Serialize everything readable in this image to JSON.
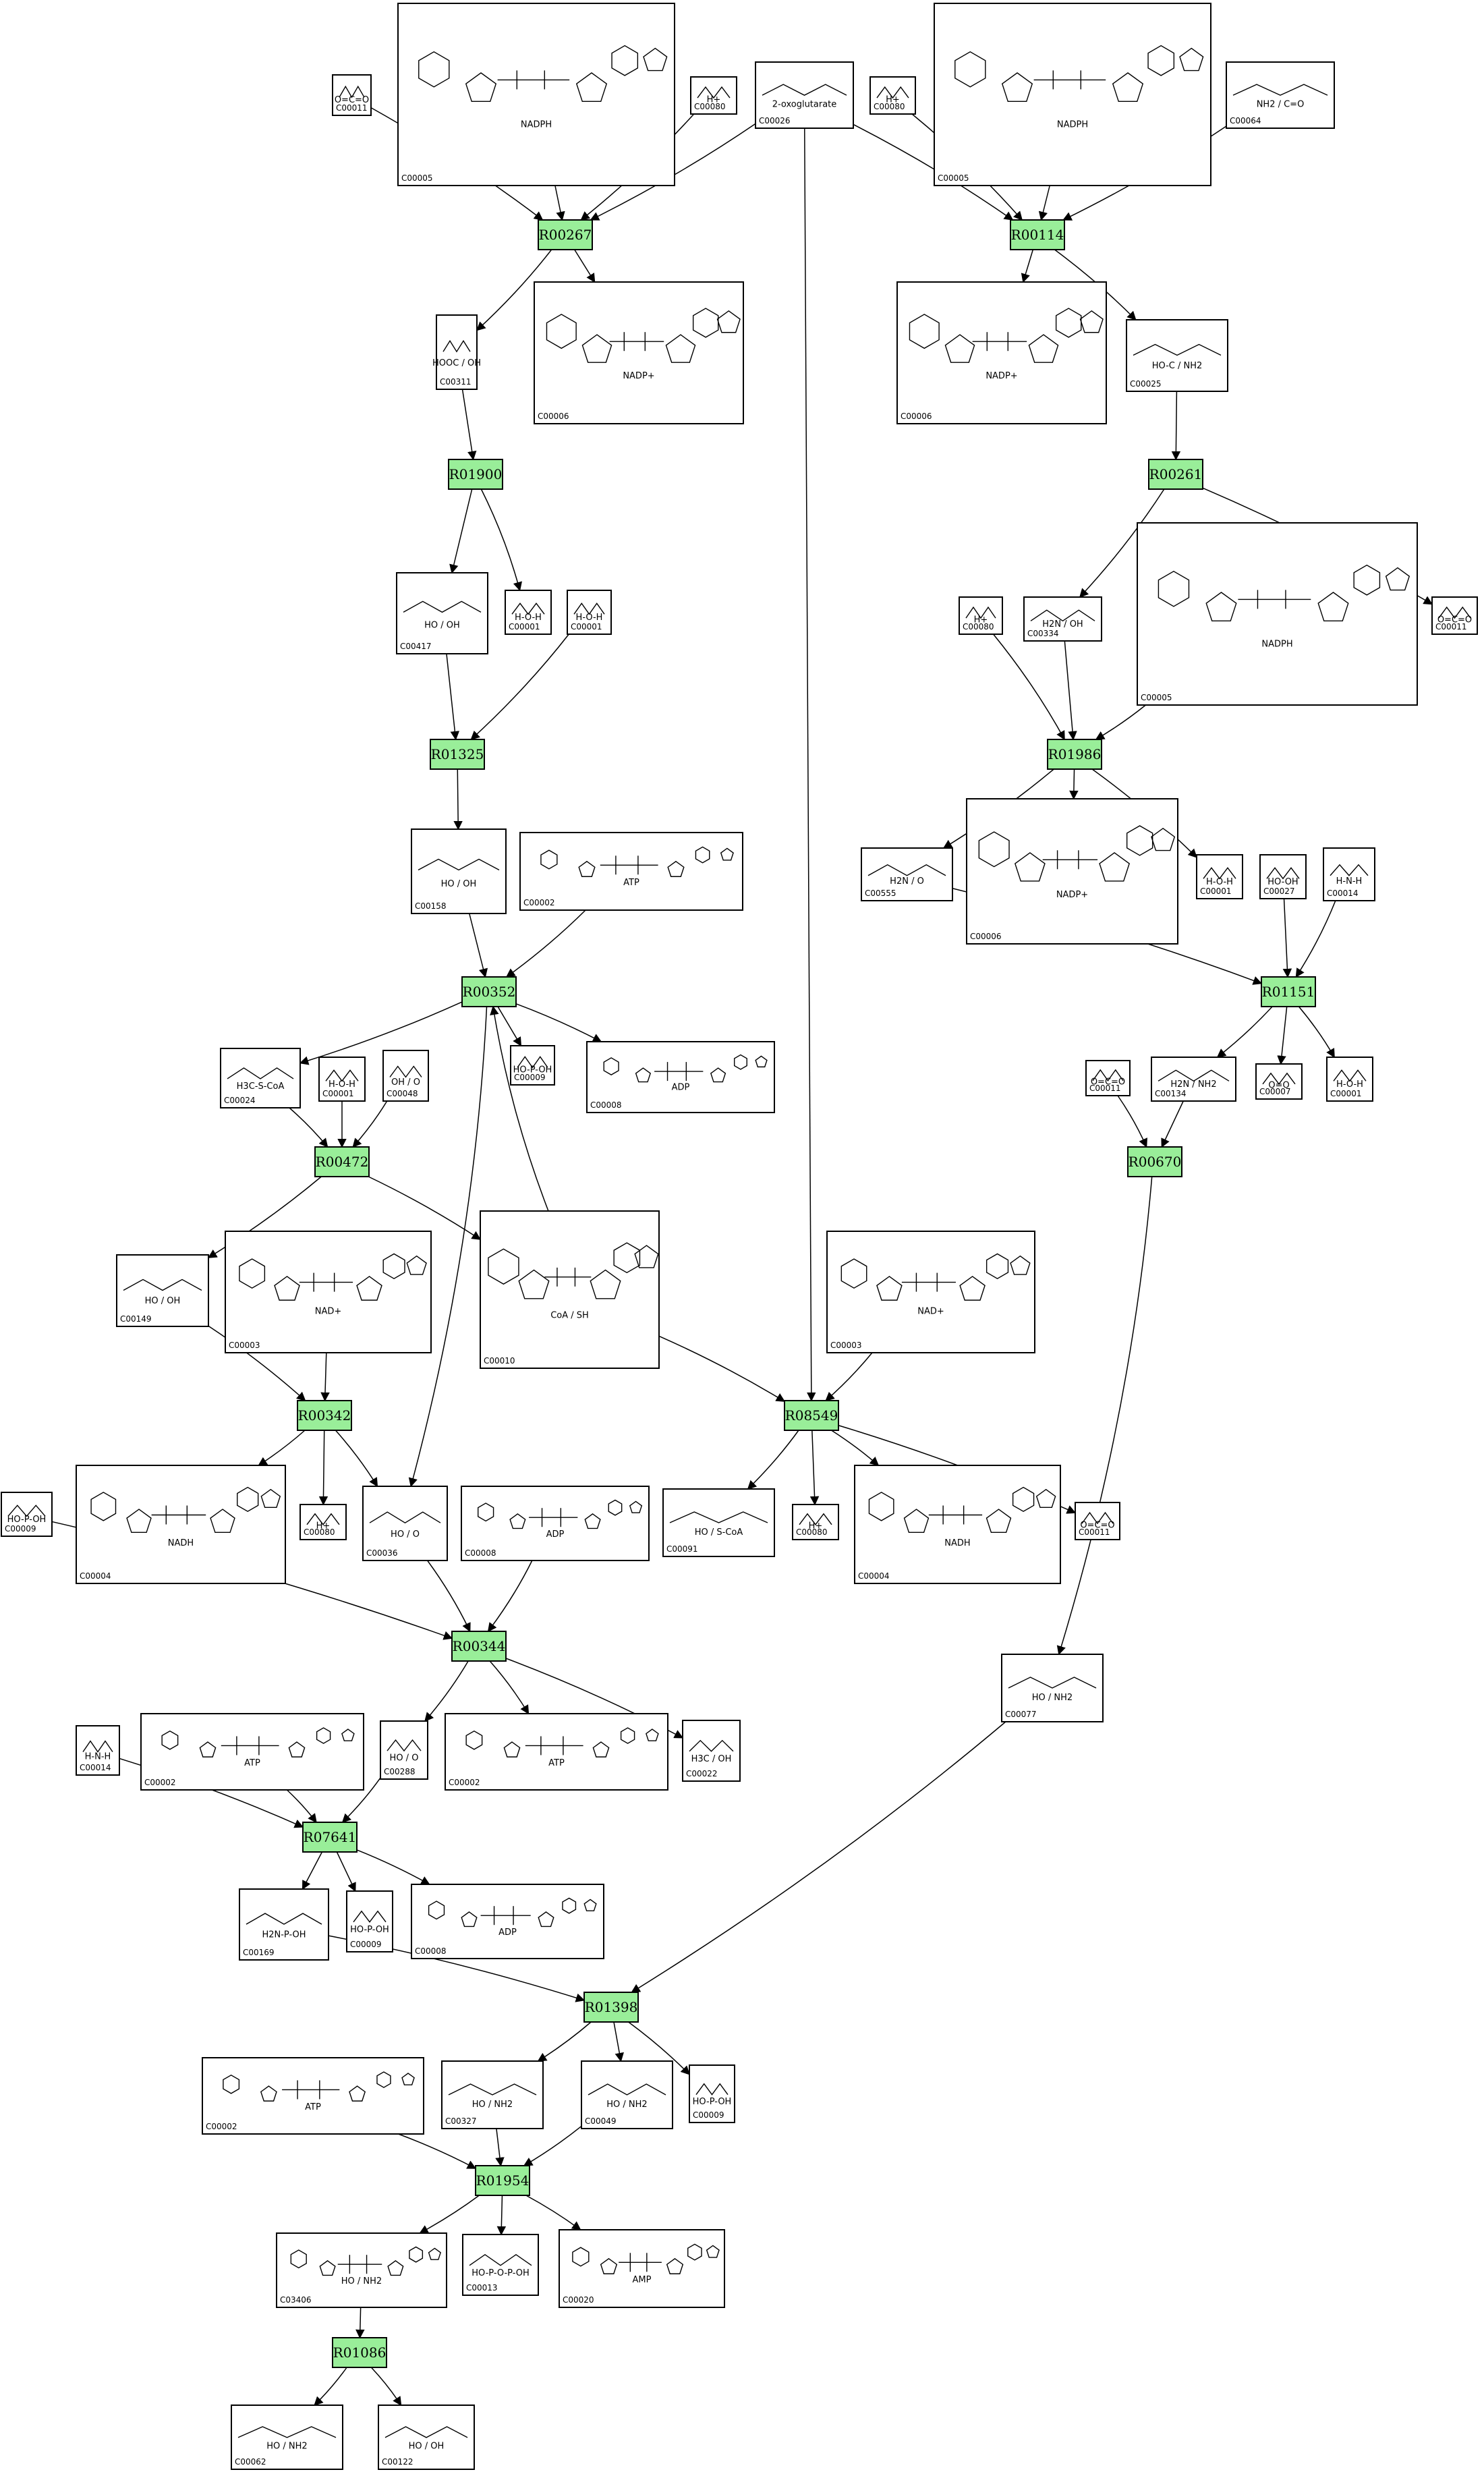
{
  "diagram": {
    "reactions": [
      {
        "id": "R00267"
      },
      {
        "id": "R00114"
      },
      {
        "id": "R01900"
      },
      {
        "id": "R00261"
      },
      {
        "id": "R01325"
      },
      {
        "id": "R01986"
      },
      {
        "id": "R00352"
      },
      {
        "id": "R01151"
      },
      {
        "id": "R00472"
      },
      {
        "id": "R00670"
      },
      {
        "id": "R00342"
      },
      {
        "id": "R08549"
      },
      {
        "id": "R00344"
      },
      {
        "id": "R07641"
      },
      {
        "id": "R01398"
      },
      {
        "id": "R01954"
      },
      {
        "id": "R01086"
      }
    ],
    "compounds": [
      {
        "key": "c1",
        "id": "C00011",
        "formula": "O=C=O"
      },
      {
        "key": "c2",
        "id": "C00005",
        "formula": "NADPH"
      },
      {
        "key": "c3",
        "id": "C00080",
        "formula": "H+"
      },
      {
        "key": "c4",
        "id": "C00026",
        "formula": "2-oxoglutarate"
      },
      {
        "key": "c5",
        "id": "C00080",
        "formula": "H+"
      },
      {
        "key": "c6",
        "id": "C00005",
        "formula": "NADPH"
      },
      {
        "key": "c7",
        "id": "C00064",
        "formula": "NH2 / C=O"
      },
      {
        "key": "c8",
        "id": "C00311",
        "formula": "HOOC / OH"
      },
      {
        "key": "c9",
        "id": "C00006",
        "formula": "NADP+"
      },
      {
        "key": "c10",
        "id": "C00006",
        "formula": "NADP+"
      },
      {
        "key": "c11",
        "id": "C00025",
        "formula": "HO-C / NH2"
      },
      {
        "key": "c12",
        "id": "C00417",
        "formula": "HO / OH"
      },
      {
        "key": "c13",
        "id": "C00001",
        "formula": "H-O-H"
      },
      {
        "key": "c14",
        "id": "C00001",
        "formula": "H-O-H"
      },
      {
        "key": "c15",
        "id": "C00080",
        "formula": "H+"
      },
      {
        "key": "c16",
        "id": "C00334",
        "formula": "H2N / OH"
      },
      {
        "key": "c17",
        "id": "C00005",
        "formula": "NADPH"
      },
      {
        "key": "c18",
        "id": "C00011",
        "formula": "O=C=O"
      },
      {
        "key": "c19",
        "id": "C00158",
        "formula": "HO / OH"
      },
      {
        "key": "c20",
        "id": "C00002",
        "formula": "ATP"
      },
      {
        "key": "c21",
        "id": "C00555",
        "formula": "H2N / O"
      },
      {
        "key": "c22",
        "id": "C00006",
        "formula": "NADP+"
      },
      {
        "key": "c23",
        "id": "C00001",
        "formula": "H-O-H"
      },
      {
        "key": "c24",
        "id": "C00027",
        "formula": "HO-OH"
      },
      {
        "key": "c25",
        "id": "C00014",
        "formula": "H-N-H"
      },
      {
        "key": "c26",
        "id": "C00024",
        "formula": "H3C-S-CoA"
      },
      {
        "key": "c27",
        "id": "C00001",
        "formula": "H-O-H"
      },
      {
        "key": "c28",
        "id": "C00048",
        "formula": "OH / O"
      },
      {
        "key": "c29",
        "id": "C00009",
        "formula": "HO-P-OH"
      },
      {
        "key": "c30",
        "id": "C00008",
        "formula": "ADP"
      },
      {
        "key": "c31",
        "id": "C00011",
        "formula": "O=C=O"
      },
      {
        "key": "c32",
        "id": "C00134",
        "formula": "H2N / NH2"
      },
      {
        "key": "c33",
        "id": "C00007",
        "formula": "O=O"
      },
      {
        "key": "c34",
        "id": "C00001",
        "formula": "H-O-H"
      },
      {
        "key": "c35",
        "id": "C00149",
        "formula": "HO / OH"
      },
      {
        "key": "c36",
        "id": "C00003",
        "formula": "NAD+"
      },
      {
        "key": "c37",
        "id": "C00010",
        "formula": "CoA / SH"
      },
      {
        "key": "c38",
        "id": "C00003",
        "formula": "NAD+"
      },
      {
        "key": "c39",
        "id": "C00009",
        "formula": "HO-P-OH"
      },
      {
        "key": "c40",
        "id": "C00004",
        "formula": "NADH"
      },
      {
        "key": "c41",
        "id": "C00080",
        "formula": "H+"
      },
      {
        "key": "c42",
        "id": "C00036",
        "formula": "HO / O"
      },
      {
        "key": "c43",
        "id": "C00008",
        "formula": "ADP"
      },
      {
        "key": "c44",
        "id": "C00091",
        "formula": "HO / S-CoA"
      },
      {
        "key": "c45",
        "id": "C00080",
        "formula": "H+"
      },
      {
        "key": "c46",
        "id": "C00004",
        "formula": "NADH"
      },
      {
        "key": "c47",
        "id": "C00011",
        "formula": "O=C=O"
      },
      {
        "key": "c48",
        "id": "C00077",
        "formula": "HO / NH2"
      },
      {
        "key": "c49",
        "id": "C00014",
        "formula": "H-N-H"
      },
      {
        "key": "c50",
        "id": "C00002",
        "formula": "ATP"
      },
      {
        "key": "c51",
        "id": "C00288",
        "formula": "HO / O"
      },
      {
        "key": "c52",
        "id": "C00002",
        "formula": "ATP"
      },
      {
        "key": "c53",
        "id": "C00022",
        "formula": "H3C / OH"
      },
      {
        "key": "c54",
        "id": "C00169",
        "formula": "H2N-P-OH"
      },
      {
        "key": "c55",
        "id": "C00009",
        "formula": "HO-P-OH"
      },
      {
        "key": "c56",
        "id": "C00008",
        "formula": "ADP"
      },
      {
        "key": "c57",
        "id": "C00002",
        "formula": "ATP"
      },
      {
        "key": "c58",
        "id": "C00327",
        "formula": "HO / NH2"
      },
      {
        "key": "c59",
        "id": "C00049",
        "formula": "HO / NH2"
      },
      {
        "key": "c60",
        "id": "C00009",
        "formula": "HO-P-OH"
      },
      {
        "key": "c61",
        "id": "C03406",
        "formula": "HO / NH2"
      },
      {
        "key": "c62",
        "id": "C00013",
        "formula": "HO-P-O-P-OH"
      },
      {
        "key": "c63",
        "id": "C00020",
        "formula": "AMP"
      },
      {
        "key": "c64",
        "id": "C00062",
        "formula": "HO / NH2"
      },
      {
        "key": "c65",
        "id": "C00122",
        "formula": "HO / OH"
      }
    ]
  }
}
